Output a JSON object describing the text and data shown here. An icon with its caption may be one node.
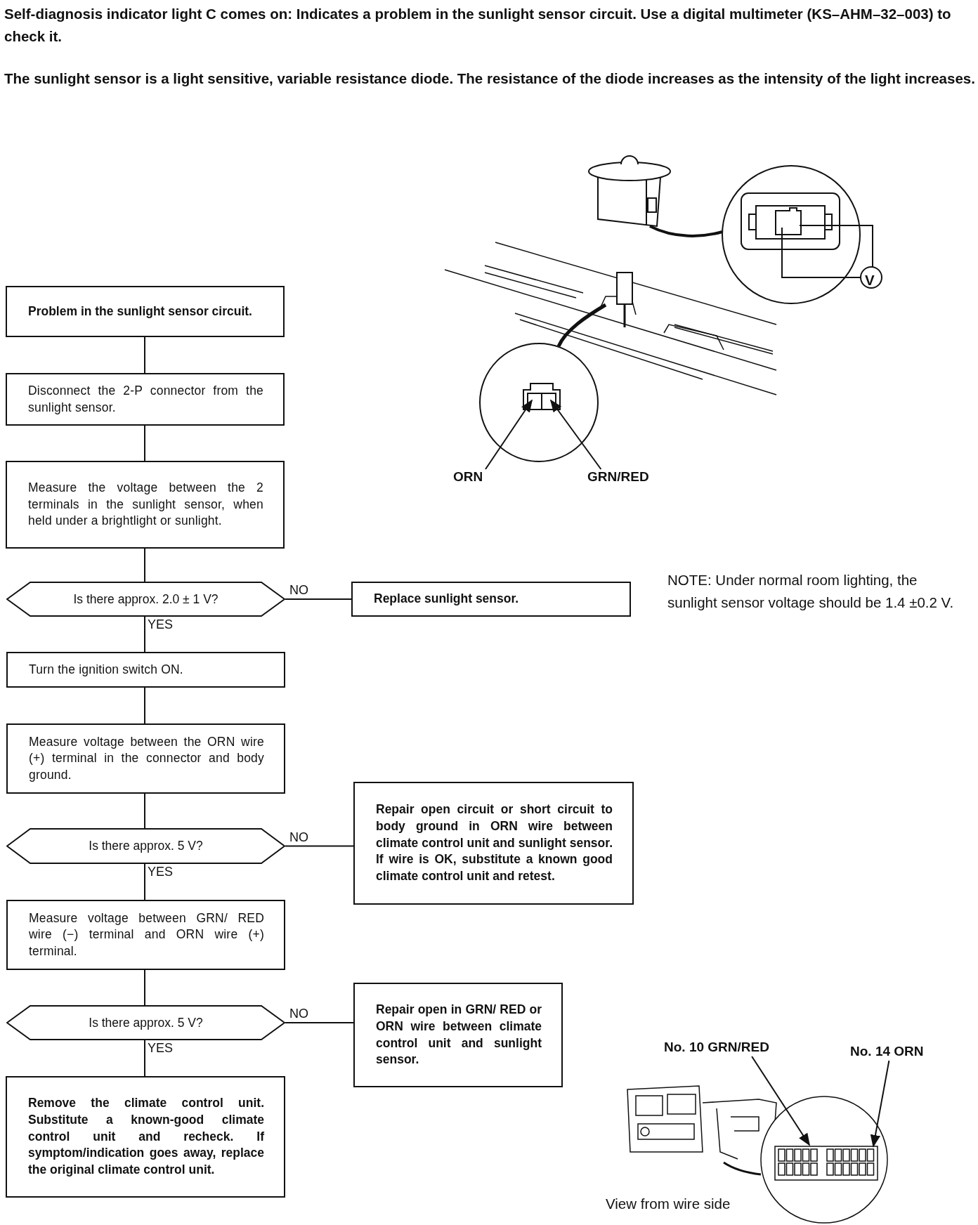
{
  "diagram": {
    "nodes": [
      {
        "text": [
          "Problem in the sunlight sensor circuit."
        ]
      },
      {
        "text": [
          "Disconnect the 2-P connector from the sunlight sensor."
        ]
      },
      {
        "text": [
          "Measure the voltage between the 2 terminals in the sunlight sensor, when held under a brightlight or sunlight."
        ]
      },
      {
        "text": [
          "Is there approx. 2.0 ± 1 V?"
        ]
      },
      {
        "text": [
          "Replace sunlight sensor."
        ]
      },
      {
        "text": [
          "Turn the ignition switch ON."
        ]
      },
      {
        "text": [
          "Measure voltage between the ORN wire (+) terminal in the connector and body ground."
        ]
      },
      {
        "text": [
          "Is there approx. 5 V?"
        ]
      },
      {
        "text": [
          "Repair open circuit or short circuit to body ground in ORN wire between climate control unit and sunlight sensor. If wire is OK, substitute a known good climate control unit and retest."
        ]
      },
      {
        "text": [
          "Measure voltage between GRN/ RED wire (−) terminal and ORN wire (+) terminal."
        ]
      },
      {
        "text": [
          "Is there approx. 5 V?"
        ]
      },
      {
        "text": [
          "Repair open in GRN/ RED or ORN wire between climate control unit and sunlight sensor."
        ]
      },
      {
        "text": [
          "Remove the climate control unit. Substitute a known-good climate control unit and recheck. If symptom/indication goes away, replace the original climate control unit."
        ]
      },
      {
        "text": [
          "ORN"
        ]
      },
      {
        "text": [
          "GRN/RED"
        ]
      },
      {
        "text": [
          "No. 10 GRN/RED"
        ]
      },
      {
        "text": [
          "No. 14 ORN"
        ]
      }
    ],
    "edges": [
      {
        "from": 0,
        "to": 1,
        "arrow": "none"
      },
      {
        "from": 1,
        "to": 2,
        "arrow": "none"
      },
      {
        "from": 2,
        "to": 3,
        "arrow": "none"
      },
      {
        "from": 3,
        "to": 4,
        "arrow": "none",
        "label": "NO"
      },
      {
        "from": 3,
        "to": 5,
        "arrow": "none",
        "label": "YES"
      },
      {
        "from": 5,
        "to": 6,
        "arrow": "none"
      },
      {
        "from": 6,
        "to": 7,
        "arrow": "none"
      },
      {
        "from": 7,
        "to": 8,
        "arrow": "none",
        "label": "NO"
      },
      {
        "from": 7,
        "to": 9,
        "arrow": "none",
        "label": "YES"
      },
      {
        "from": 9,
        "to": 10,
        "arrow": "none"
      },
      {
        "from": 10,
        "to": 11,
        "arrow": "none",
        "label": "NO"
      },
      {
        "from": 10,
        "to": 12,
        "arrow": "none",
        "label": "YES"
      },
      {
        "from": 13,
        "to": null,
        "arrow": "to"
      },
      {
        "from": 14,
        "to": null,
        "arrow": "to"
      },
      {
        "from": 15,
        "to": null,
        "arrow": "to"
      },
      {
        "from": 16,
        "to": null,
        "arrow": "to"
      }
    ],
    "labels": [
      "Self-diagnosis indicator light C comes on: Indicates a problem in the sunlight sensor circuit. Use a digital multimeter (KS–AHM–32–003) to check it.",
      "The sunlight sensor is a light sensitive, variable resistance diode. The resistance of the diode increases as the intensity of the light increases.",
      "V",
      "NOTE: Under normal room lighting, the sunlight sensor voltage should be 1.4 ±0.2 V.",
      "View from wire side"
    ]
  }
}
